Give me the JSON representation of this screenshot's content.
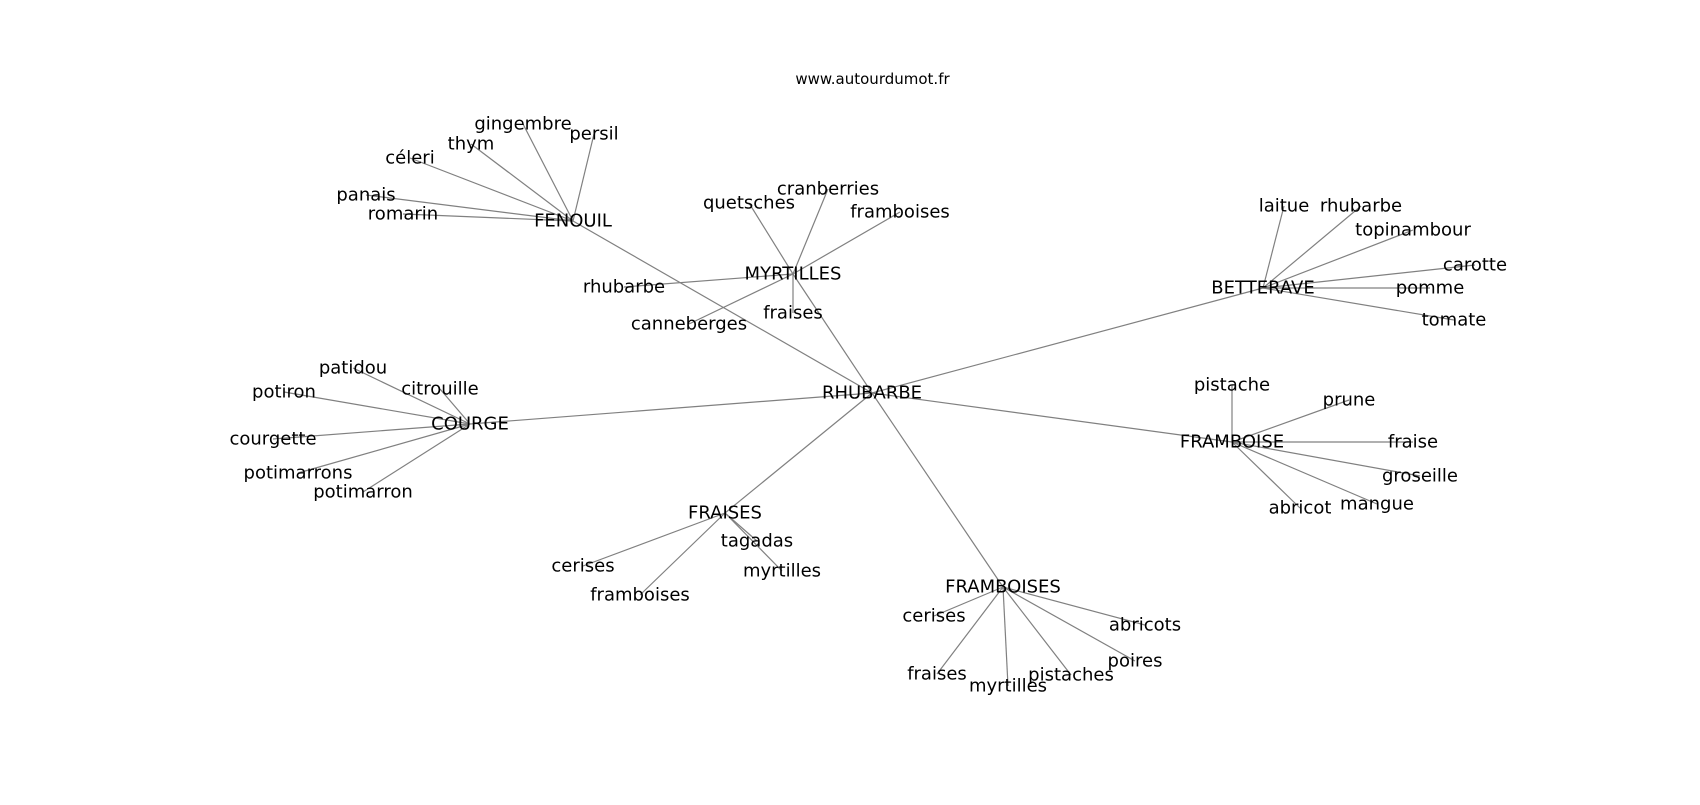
{
  "header": {
    "site": "www.autourdumot.fr"
  },
  "graph": {
    "center": "RHUBARBE",
    "hubs": [
      {
        "id": "fenouil",
        "label": "FENOUIL",
        "leaves": [
          "gingembre",
          "persil",
          "thym",
          "céleri",
          "panais",
          "romarin"
        ]
      },
      {
        "id": "myrtilles",
        "label": "MYRTILLES",
        "leaves": [
          "cranberries",
          "quetsches",
          "framboises",
          "rhubarbe",
          "canneberges",
          "fraises"
        ]
      },
      {
        "id": "betterave",
        "label": "BETTERAVE",
        "leaves": [
          "laitue",
          "rhubarbe",
          "topinambour",
          "carotte",
          "pomme",
          "tomate"
        ]
      },
      {
        "id": "courge",
        "label": "COURGE",
        "leaves": [
          "patidou",
          "citrouille",
          "potiron",
          "courgette",
          "potimarrons",
          "potimarron"
        ]
      },
      {
        "id": "framboise",
        "label": "FRAMBOISE",
        "leaves": [
          "pistache",
          "prune",
          "fraise",
          "groseille",
          "abricot",
          "mangue"
        ]
      },
      {
        "id": "fraises",
        "label": "FRAISES",
        "leaves": [
          "tagadas",
          "cerises",
          "myrtilles",
          "framboises"
        ]
      },
      {
        "id": "framboises",
        "label": "FRAMBOISES",
        "leaves": [
          "cerises",
          "abricots",
          "poires",
          "fraises",
          "pistaches",
          "myrtilles"
        ]
      }
    ]
  }
}
